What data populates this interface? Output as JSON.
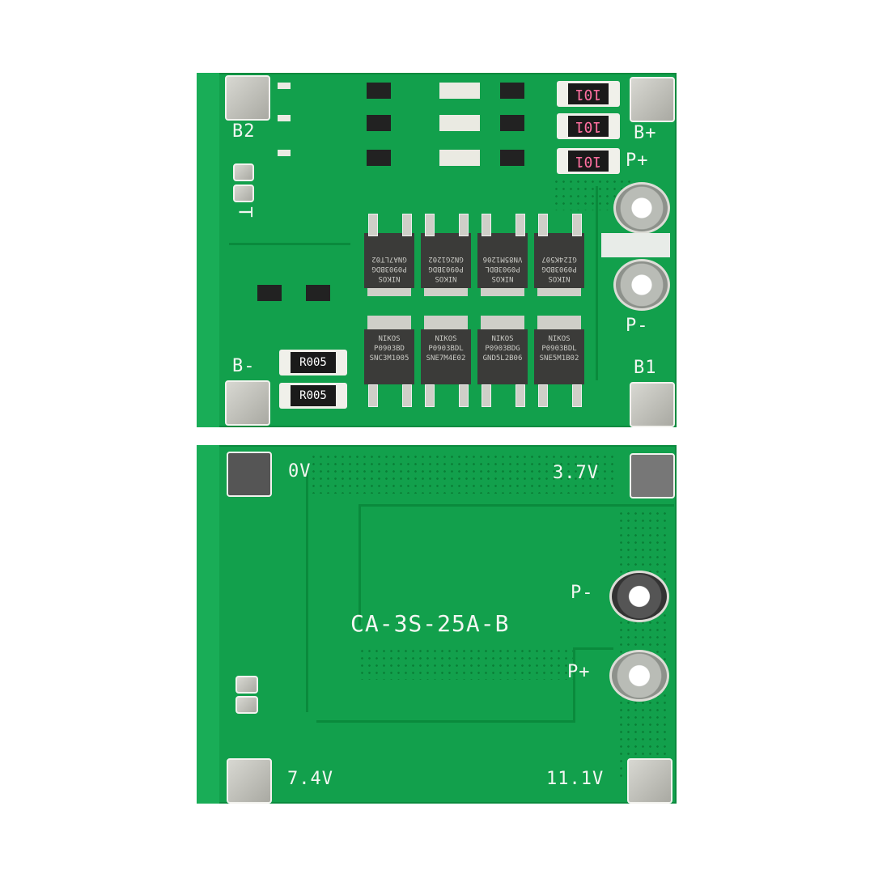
{
  "top_board": {
    "labels": {
      "b2": "B2",
      "b_plus": "B+",
      "p_plus": "P+",
      "t": "T",
      "b_minus": "B-",
      "b1": "B1",
      "p_minus": "P-"
    },
    "resistors_101": [
      "101",
      "101",
      "101"
    ],
    "shunts": [
      "R005",
      "R005"
    ],
    "mosfets_top": [
      [
        "NIKOS",
        "P0903BDG",
        "GNA7LT02"
      ],
      [
        "NIKOS",
        "P0903BDG",
        "GN2G1202"
      ],
      [
        "NIKOS",
        "P0903BDL",
        "VN85M1206"
      ],
      [
        "NIKOS",
        "P0903BDG",
        "GI24K507"
      ]
    ],
    "mosfets_bottom": [
      [
        "NIKOS",
        "P0903BD",
        "SNC3M1005"
      ],
      [
        "NIKOS",
        "P0903BDL",
        "SNE7M4E02"
      ],
      [
        "NIKOS",
        "P0903BDG",
        "GND5L2B06"
      ],
      [
        "NIKOS",
        "P0903BDL",
        "SNE5M1B02"
      ]
    ]
  },
  "bottom_board": {
    "labels": {
      "zero_v": "0V",
      "v37": "3.7V",
      "p_minus": "P-",
      "model": "CA-3S-25A-B",
      "p_plus": "P+",
      "v74": "7.4V",
      "v111": "11.1V"
    }
  },
  "colors": {
    "pcb": "#12a04c",
    "silkscreen": "#f3f6f2",
    "pad": "#c4c4be"
  }
}
